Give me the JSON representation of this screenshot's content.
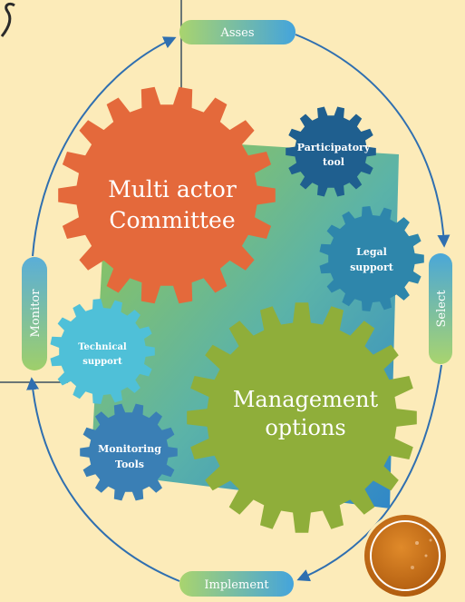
{
  "diagram": {
    "cycle": {
      "assess_label": "Asses",
      "select_label": "Select",
      "implement_label": "Implement",
      "monitor_label": "Monitor"
    },
    "gears": {
      "committee_line1": "Multi actor",
      "committee_line2": "Committee",
      "participatory_line1": "Participatory",
      "participatory_line2": "tool",
      "legal_line1": "Legal",
      "legal_line2": "support",
      "technical_line1": "Technical",
      "technical_line2": "support",
      "management_line1": "Management",
      "management_line2": "options",
      "monitoring_line1": "Monitoring",
      "monitoring_line2": "Tools"
    },
    "colors": {
      "background": "#fcebb9",
      "arrow": "#2f6fb0",
      "orange_gear": "#e4693b",
      "green_gear": "#8fae3a",
      "dark_blue_gear": "#1f5f8f",
      "teal_gear": "#2e86ab",
      "light_blue_gear": "#4fc0d8",
      "monitoring_gear": "#3a7fb5",
      "pill_gradient_start": "#9fcf6a",
      "pill_gradient_end": "#4aa7d8",
      "emblem": "#c0650a"
    }
  }
}
